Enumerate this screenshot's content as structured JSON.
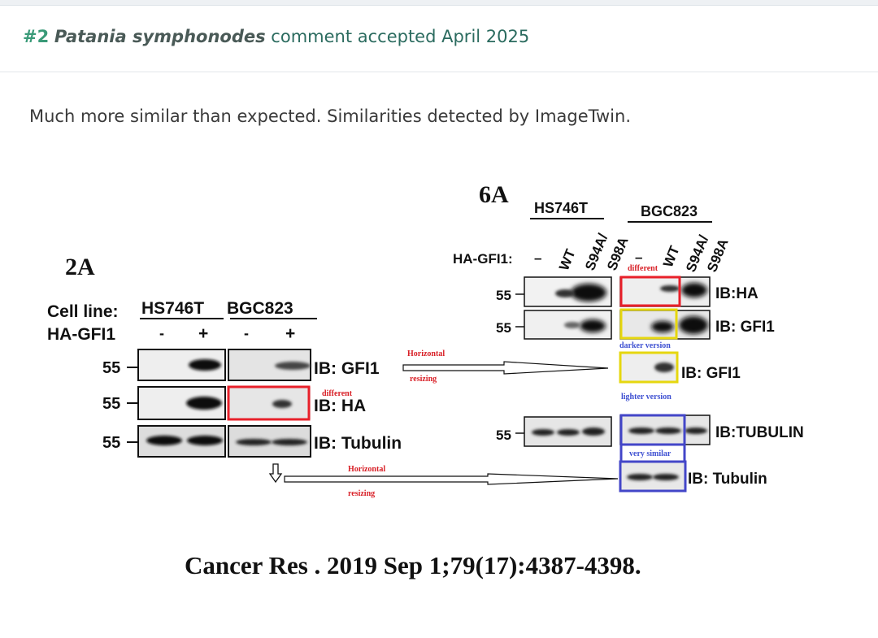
{
  "header": {
    "number": "#2",
    "species": "Patania symphonodes",
    "status": "comment accepted April 2025"
  },
  "summary": "Much more similar than expected. Similarities detected by ImageTwin.",
  "figure": {
    "left_panel": {
      "title": "2A",
      "cell_line_label": "Cell line:",
      "cell_lines": [
        "HS746T",
        "BGC823"
      ],
      "treatment_label": "HA-GFI1",
      "lanes": [
        "-",
        "+",
        "-",
        "+"
      ],
      "mw": [
        "55",
        "55",
        "55"
      ],
      "blots": [
        "IB: GFI1",
        "IB: HA",
        "IB: Tubulin"
      ],
      "annotation_different": "different"
    },
    "right_panel": {
      "title": "6A",
      "cell_lines": [
        "HS746T",
        "BGC823"
      ],
      "treatment_label": "HA-GFI1:",
      "lanes_hs": [
        "–",
        "WT",
        "S94A/",
        "S98A"
      ],
      "lanes_bgc": [
        "–",
        "WT",
        "S94A/",
        "S98A"
      ],
      "mw": [
        "55",
        "55",
        "55"
      ],
      "blots": [
        "IB:HA",
        "IB: GFI1",
        "IB:TUBULIN"
      ],
      "extra_blots": [
        "IB: GFI1",
        "IB: Tubulin"
      ],
      "annotation_different": "different",
      "annotation_darker": "darker version",
      "annotation_lighter": "lighter version",
      "annotation_similar": "very similar"
    },
    "arrows": {
      "top_label_1": "Horizontal",
      "top_label_2": "resizing",
      "bottom_label_1": "Horizontal",
      "bottom_label_2": "resizing"
    },
    "citation": "Cancer Res . 2019 Sep 1;79(17):4387-4398.",
    "colors": {
      "red": "#e8202a",
      "yellow": "#e6d70f",
      "blue": "#4346c8",
      "annot_red": "#d81f26",
      "annot_blue": "#3d4fd1"
    }
  }
}
